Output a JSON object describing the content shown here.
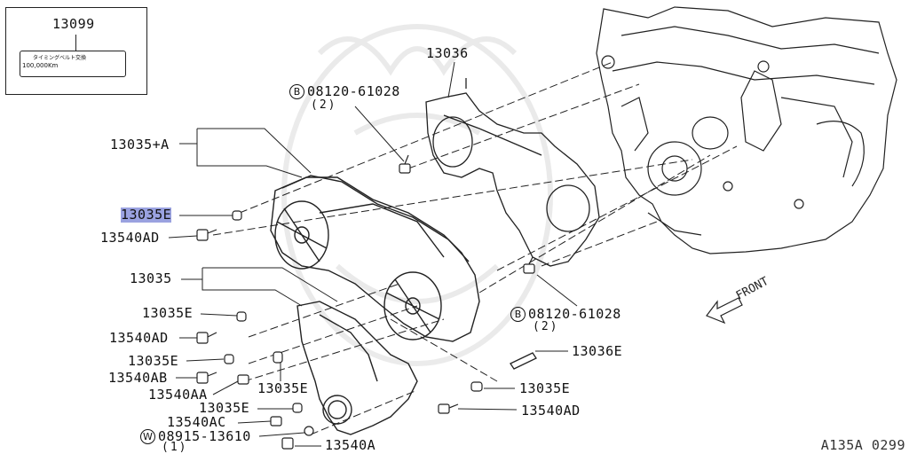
{
  "note": {
    "part_no": "13099",
    "tag_line1": "タイミングベルト交換",
    "tag_line2": "100,000Km"
  },
  "labels": {
    "p13036": "13036",
    "bolt_top_code": "08120-61028",
    "bolt_top_qty": "(2)",
    "bolt_top_badge": "B",
    "p13035A": "13035+A",
    "p13035E_hl": "13035E",
    "p13540AD_1": "13540AD",
    "p13035": "13035",
    "p13035E_2": "13035E",
    "p13540AD_2": "13540AD",
    "p13035E_3": "13035E",
    "p13540AB": "13540AB",
    "p13540AA": "13540AA",
    "p13035E_4": "13035E",
    "p13035E_5": "13035E",
    "p13540AC": "13540AC",
    "washer_code": "08915-13610",
    "washer_qty": "(1)",
    "washer_badge": "W",
    "p13540A": "13540A",
    "bolt_mid_code": "08120-61028",
    "bolt_mid_qty": "(2)",
    "bolt_mid_badge": "B",
    "p13036E": "13036E",
    "p13035E_6": "13035E",
    "p13540AD_3": "13540AD",
    "front": "FRONT"
  },
  "ref_code": "A135A 0299"
}
